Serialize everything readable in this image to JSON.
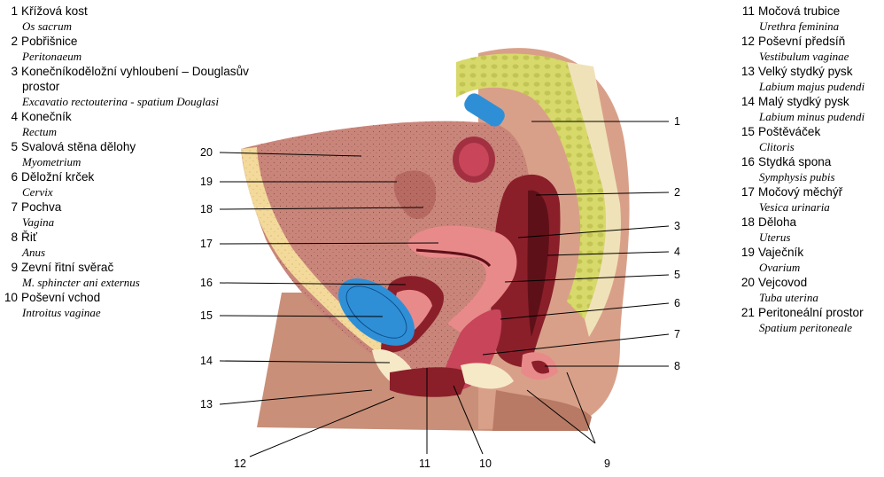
{
  "legend_left": [
    {
      "n": "1",
      "cz": "Křížová kost",
      "la": "Os sacrum"
    },
    {
      "n": "2",
      "cz": "Pobřišnice",
      "la": "Peritonaeum"
    },
    {
      "n": "3",
      "cz": "Konečníkoděložní vyhloubení – Douglasův",
      "cz2": "prostor",
      "la": "Excavatio rectouterina - spatium Douglasi"
    },
    {
      "n": "4",
      "cz": "Konečník",
      "la": "Rectum"
    },
    {
      "n": "5",
      "cz": "Svalová stěna dělohy",
      "la": "Myometrium"
    },
    {
      "n": "6",
      "cz": "Děložní krček",
      "la": "Cervix"
    },
    {
      "n": "7",
      "cz": "Pochva",
      "la": "Vagina"
    },
    {
      "n": "8",
      "cz": "Řiť",
      "la": "Anus"
    },
    {
      "n": "9",
      "cz": "Zevní řitní svěrač",
      "la": "M. sphincter ani externus"
    },
    {
      "n": "10",
      "cz": "Poševní vchod",
      "la": "Introitus vaginae"
    }
  ],
  "legend_right": [
    {
      "n": "11",
      "cz": "Močová trubice",
      "la": "Urethra feminina"
    },
    {
      "n": "12",
      "cz": "Poševní předsíň",
      "la": "Vestibulum vaginae"
    },
    {
      "n": "13",
      "cz": "Velký stydký pysk",
      "la": "Labium majus pudendi"
    },
    {
      "n": "14",
      "cz": "Malý stydký pysk",
      "la": "Labium minus pudendi"
    },
    {
      "n": "15",
      "cz": "Poštěváček",
      "la": "Clitoris"
    },
    {
      "n": "16",
      "cz": "Stydká spona",
      "la": "Symphysis pubis"
    },
    {
      "n": "17",
      "cz": "Močový měchýř",
      "la": "Vesica urinaria"
    },
    {
      "n": "18",
      "cz": "Děloha",
      "la": "Uterus"
    },
    {
      "n": "19",
      "cz": "Vaječník",
      "la": "Ovarium"
    },
    {
      "n": "20",
      "cz": "Vejcovod",
      "la": "Tuba uterina"
    },
    {
      "n": "21",
      "cz": "Peritoneální  prostor",
      "la": "Spatium peritoneale"
    }
  ],
  "callouts": {
    "c1": "1",
    "c2": "2",
    "c3": "3",
    "c4": "4",
    "c5": "5",
    "c6": "6",
    "c7": "7",
    "c8": "8",
    "c9": "9",
    "c10": "10",
    "c11": "11",
    "c12": "12",
    "c13": "13",
    "c14": "14",
    "c15": "15",
    "c16": "16",
    "c17": "17",
    "c18": "18",
    "c19": "19",
    "c20": "20"
  },
  "colors": {
    "skin": "#c98f78",
    "skin_dark": "#a8705c",
    "peritoneal": "#c9857a",
    "fat": "#f3d99a",
    "bone": "#d7d96a",
    "bladder": "#e98a8a",
    "uterus": "#c8455a",
    "rectum": "#8a1f2a",
    "clitoris": "#2f8fd6",
    "pale": "#f6e9c7"
  }
}
